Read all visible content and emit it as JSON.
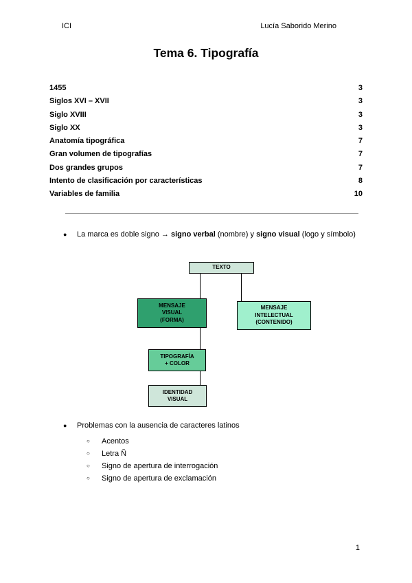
{
  "header": {
    "left": "ICI",
    "right": "Lucía Saborido Merino"
  },
  "title": "Tema 6. Tipografía",
  "toc": {
    "items": [
      {
        "label": "1455",
        "page": "3"
      },
      {
        "label": "Siglos XVI – XVII",
        "page": "3"
      },
      {
        "label": "Siglo XVIII",
        "page": "3"
      },
      {
        "label": "Siglo XX",
        "page": "3"
      },
      {
        "label": "Anatomía tipográfica",
        "page": "7"
      },
      {
        "label": "Gran volumen de tipografías",
        "page": "7"
      },
      {
        "label": "Dos grandes grupos",
        "page": "7"
      },
      {
        "label": "Intento de clasificación por características",
        "page": "8"
      },
      {
        "label": "Variables de familia",
        "page": "10"
      }
    ]
  },
  "bullets": {
    "marker": "●",
    "submarker": "○",
    "marca": {
      "part1": "La marca es doble signo → ",
      "bold1": "signo verbal",
      "part2": " (nombre) y ",
      "bold2": "signo visual",
      "part3": " (logo y símbolo)"
    },
    "problemas": {
      "label": "Problemas con la ausencia de caracteres latinos",
      "items": [
        "Acentos",
        "Letra Ñ",
        "Signo de apertura de interrogación",
        "Signo de apertura de exclamación"
      ]
    }
  },
  "diagram": {
    "texto": {
      "label": "TEXTO",
      "bg": "#cfe6da"
    },
    "mensaje_visual": {
      "label": "MENSAJE\nVISUAL\n(FORMA)",
      "bg": "#2fa06e"
    },
    "mensaje_intelectual": {
      "label": "MENSAJE\nINTELECTUAL\n(CONTENIDO)",
      "bg": "#a0f0cd"
    },
    "tipografia_color": {
      "label": "TIPOGRAFÍA\n+ COLOR",
      "bg": "#66cc99"
    },
    "identidad_visual": {
      "label": "IDENTIDAD\nVISUAL",
      "bg": "#cfe6da"
    }
  },
  "divider_color": "#9a9a9a",
  "page_number": "1"
}
